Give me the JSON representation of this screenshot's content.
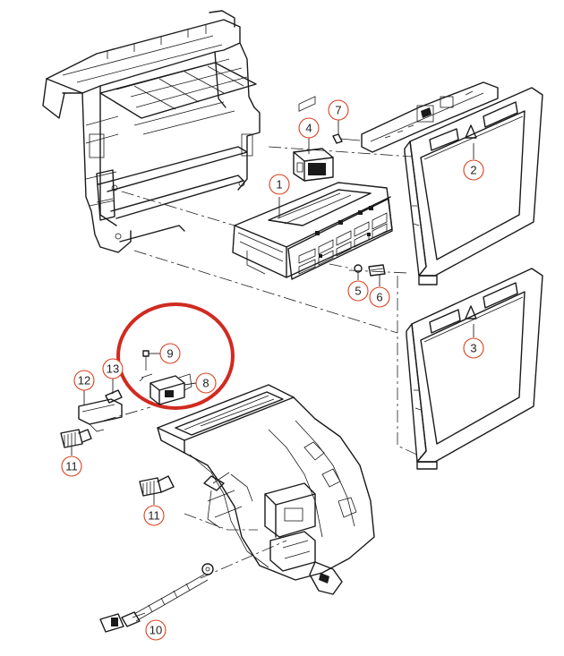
{
  "callouts": [
    {
      "id": "1",
      "label": "1"
    },
    {
      "id": "2",
      "label": "2"
    },
    {
      "id": "3",
      "label": "3"
    },
    {
      "id": "4",
      "label": "4"
    },
    {
      "id": "5",
      "label": "5"
    },
    {
      "id": "6",
      "label": "6"
    },
    {
      "id": "7",
      "label": "7"
    },
    {
      "id": "8",
      "label": "8"
    },
    {
      "id": "9",
      "label": "9"
    },
    {
      "id": "10",
      "label": "10"
    },
    {
      "id": "11a",
      "label": "11"
    },
    {
      "id": "11b",
      "label": "11"
    },
    {
      "id": "12",
      "label": "12"
    },
    {
      "id": "13",
      "label": "13"
    }
  ],
  "colors": {
    "callout_ring": "#d9401f",
    "highlight_circle": "#d12a20",
    "line": "#1a1a1a"
  }
}
